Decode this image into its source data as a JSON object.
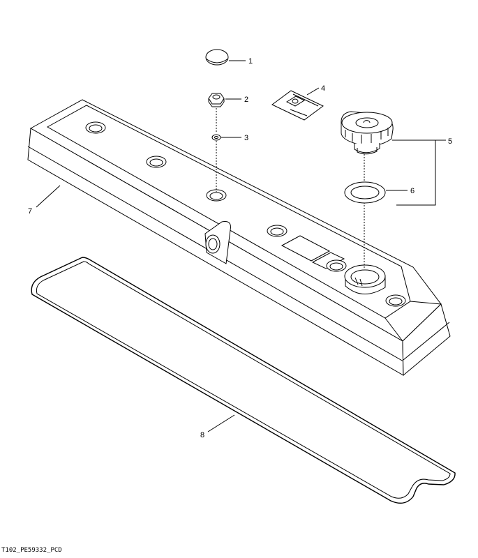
{
  "callouts": [
    {
      "id": "1",
      "label": "1"
    },
    {
      "id": "2",
      "label": "2"
    },
    {
      "id": "3",
      "label": "3"
    },
    {
      "id": "4",
      "label": "4"
    },
    {
      "id": "5",
      "label": "5"
    },
    {
      "id": "6",
      "label": "6"
    },
    {
      "id": "7",
      "label": "7"
    },
    {
      "id": "8",
      "label": "8"
    }
  ],
  "figure_code": "T102_PE59332_PCD"
}
